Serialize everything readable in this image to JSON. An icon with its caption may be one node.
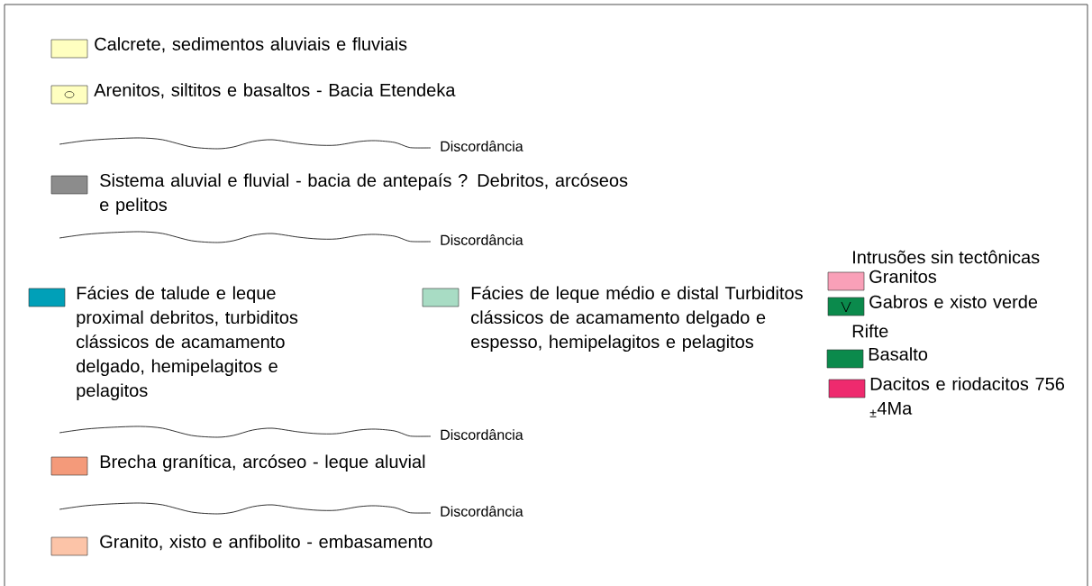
{
  "diagram": {
    "labels": [
      "Intrusões sin tectônicas",
      "Rifte"
    ],
    "legend": [
      {
        "text": "Calcrete, sedimentos aluviais e fluviais",
        "color": "#ffffc0"
      },
      {
        "text": "Arenitos, siltitos e basaltos - Bacia Etendeka",
        "color": "#ffffc0"
      },
      {
        "text": "Discordância"
      },
      {
        "text": "Sistema aluvial e fluvial - bacia de antepaís ? Debritos, arcóseos e pelitos",
        "color": "#8c8c8c"
      },
      {
        "text": "Discordância"
      },
      {
        "text": "Fácies de talude e leque proximal debritos, turbiditos clássicos de acamamento delgado, hemipelagitos e pelagitos",
        "color": "#00a0b8"
      },
      {
        "text": "Fácies de leque médio e distal Turbiditos clássicos de acamamento delgado e espesso, hemipelagitos e pelagitos",
        "color": "#a8dcc4"
      },
      {
        "text": "Discordância"
      },
      {
        "text": "Brecha granítica, arcóseo - leque aluvial",
        "color": "#f49a7a"
      },
      {
        "text": "Discordância"
      },
      {
        "text": "Granito, xisto e anfibolito - embasamento",
        "color": "#fcc4a8"
      },
      {
        "text": "Granitos",
        "color": "#f9a0b8"
      },
      {
        "text": "Gabros e xisto verde",
        "color": "#0b8a4c"
      },
      {
        "text": "Basalto",
        "color": "#0b8a4c"
      },
      {
        "text": "Dacitos e riodacitos 756 $_{±}$4Ma",
        "color": "#ee2a6e"
      }
    ]
  }
}
